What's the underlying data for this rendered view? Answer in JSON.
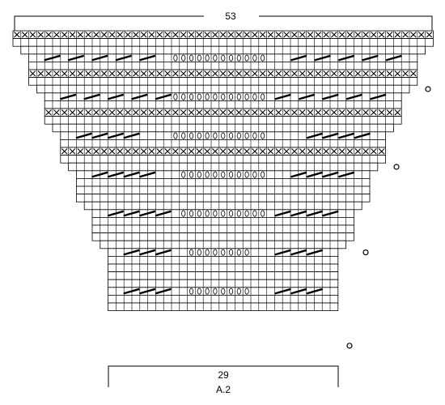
{
  "diagram": {
    "chart_name": "A.2",
    "top_stitch_count": "53",
    "bottom_stitch_count": "29",
    "colors": {
      "grid": "#000000",
      "background": "#ffffff",
      "symbol": "#000000"
    },
    "rows": [
      {
        "stitches": 53,
        "start": 0,
        "symbols": "x"
      },
      {
        "stitches": 53,
        "start": 0,
        "symbols": "plain"
      },
      {
        "stitches": 51,
        "start": 1,
        "symbols": "plain"
      },
      {
        "stitches": 49,
        "start": 2,
        "symbols": "decrease-eyelet-band"
      },
      {
        "stitches": 49,
        "start": 2,
        "symbols": "plain"
      },
      {
        "stitches": 49,
        "start": 2,
        "symbols": "x"
      },
      {
        "stitches": 49,
        "start": 2,
        "symbols": "plain"
      },
      {
        "stitches": 47,
        "start": 3,
        "symbols": "plain"
      },
      {
        "stitches": 45,
        "start": 4,
        "symbols": "decrease-eyelet-band"
      },
      {
        "stitches": 45,
        "start": 4,
        "symbols": "plain"
      },
      {
        "stitches": 45,
        "start": 4,
        "symbols": "x"
      },
      {
        "stitches": 45,
        "start": 4,
        "symbols": "plain"
      },
      {
        "stitches": 43,
        "start": 5,
        "symbols": "plain"
      },
      {
        "stitches": 41,
        "start": 6,
        "symbols": "decrease-eyelet-band"
      },
      {
        "stitches": 41,
        "start": 6,
        "symbols": "plain"
      },
      {
        "stitches": 41,
        "start": 6,
        "symbols": "x"
      },
      {
        "stitches": 41,
        "start": 6,
        "symbols": "plain"
      },
      {
        "stitches": 39,
        "start": 7,
        "symbols": "plain"
      },
      {
        "stitches": 37,
        "start": 8,
        "symbols": "decrease-eyelet-band"
      },
      {
        "stitches": 37,
        "start": 8,
        "symbols": "plain"
      },
      {
        "stitches": 37,
        "start": 8,
        "symbols": "plain"
      },
      {
        "stitches": 37,
        "start": 8,
        "symbols": "plain"
      },
      {
        "stitches": 35,
        "start": 9,
        "symbols": "plain"
      },
      {
        "stitches": 33,
        "start": 10,
        "symbols": "decrease-eyelet-band"
      },
      {
        "stitches": 33,
        "start": 10,
        "symbols": "plain"
      },
      {
        "stitches": 33,
        "start": 10,
        "symbols": "plain"
      },
      {
        "stitches": 33,
        "start": 10,
        "symbols": "plain"
      },
      {
        "stitches": 31,
        "start": 11,
        "symbols": "plain"
      },
      {
        "stitches": 29,
        "start": 12,
        "symbols": "decrease-eyelet-band"
      },
      {
        "stitches": 29,
        "start": 12,
        "symbols": "plain"
      },
      {
        "stitches": 29,
        "start": 12,
        "symbols": "plain"
      },
      {
        "stitches": 29,
        "start": 12,
        "symbols": "plain"
      },
      {
        "stitches": 29,
        "start": 12,
        "symbols": "plain"
      },
      {
        "stitches": 29,
        "start": 12,
        "symbols": "decrease-eyelet-band"
      },
      {
        "stitches": 29,
        "start": 12,
        "symbols": "plain"
      },
      {
        "stitches": 29,
        "start": 12,
        "symbols": "plain"
      }
    ],
    "repeat_markers": [
      {
        "row": 7
      },
      {
        "row": 17
      },
      {
        "row": 28
      },
      {
        "row": 40
      }
    ]
  }
}
